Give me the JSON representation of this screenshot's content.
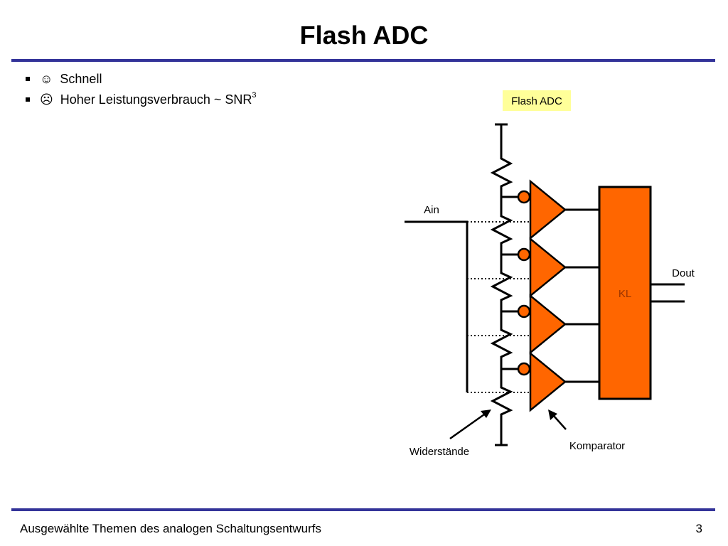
{
  "slide": {
    "title": "Flash ADC",
    "rule_color": "#333399",
    "bullets": [
      {
        "icon": "smiley-face-icon",
        "glyph": "☺",
        "text": "Schnell",
        "sup": ""
      },
      {
        "icon": "frowning-face-icon",
        "glyph": "☹",
        "text": "Hoher Leistungsverbrauch ~ SNR",
        "sup": "3"
      }
    ]
  },
  "diagram": {
    "badge_label": "Flash ADC",
    "badge_color": "#ffff99",
    "input_label": "Ain",
    "output_label": "Dout",
    "logic_label": "KL",
    "resistors_label": "Widerstände",
    "comparator_label": "Komparator",
    "component_color": "#ff6600",
    "logic_text_color": "#993300",
    "comparator_count": 4
  },
  "footer": {
    "text": "Ausgewählte Themen des analogen Schaltungsentwurfs",
    "page_number": "3"
  }
}
